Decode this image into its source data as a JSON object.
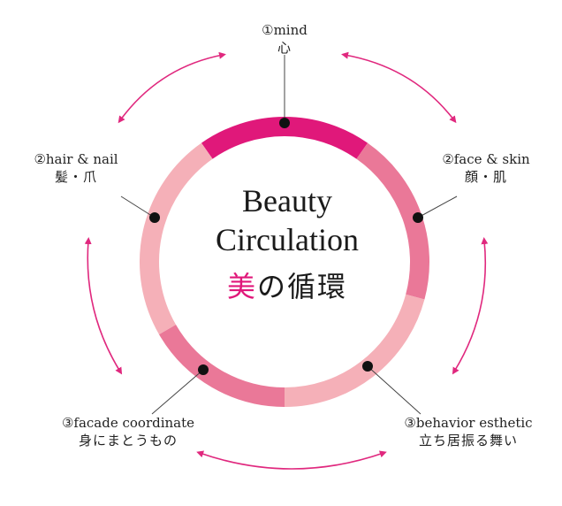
{
  "colors": {
    "ring_dark": "#e0187a",
    "ring_mid": "#ea7898",
    "ring_light": "#f5b0b8",
    "arrow": "#e0287e",
    "dot": "#111111",
    "line": "#444444"
  },
  "center": {
    "title_line1": "Beauty",
    "title_line2": "Circulation",
    "jp_accent": "美",
    "jp_rest": "の循環"
  },
  "nodes": {
    "mind": {
      "en": "①mind",
      "jp": "心"
    },
    "face": {
      "en": "②face & skin",
      "jp": "顔・肌"
    },
    "hair": {
      "en": "②hair & nail",
      "jp": "髪・爪"
    },
    "behavior": {
      "en": "③behavior esthetic",
      "jp": "立ち居振る舞い"
    },
    "facade": {
      "en": "③facade coordinate",
      "jp": "身にまとうもの"
    }
  }
}
